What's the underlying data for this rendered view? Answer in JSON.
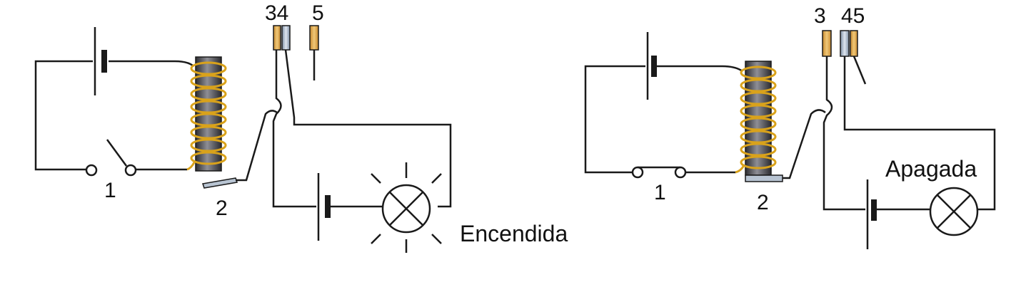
{
  "colors": {
    "wire": "#1a1a1a",
    "coil": "#d9a21b",
    "core_dark": "#3a3a3d",
    "core_light": "#9a9aa0",
    "contact_orange": "#e0a84a",
    "contact_blue": "#a9b6c6",
    "plate": "#b8c4d2"
  },
  "left": {
    "switch_label": "1",
    "armature_label": "2",
    "contacts_label_34": "34",
    "contact_label_5": "5",
    "lamp_state": "Encendida"
  },
  "right": {
    "contact_label_3": "3",
    "contacts_label_45": "45",
    "switch_label": "1",
    "armature_label": "2",
    "lamp_state": "Apagada"
  }
}
